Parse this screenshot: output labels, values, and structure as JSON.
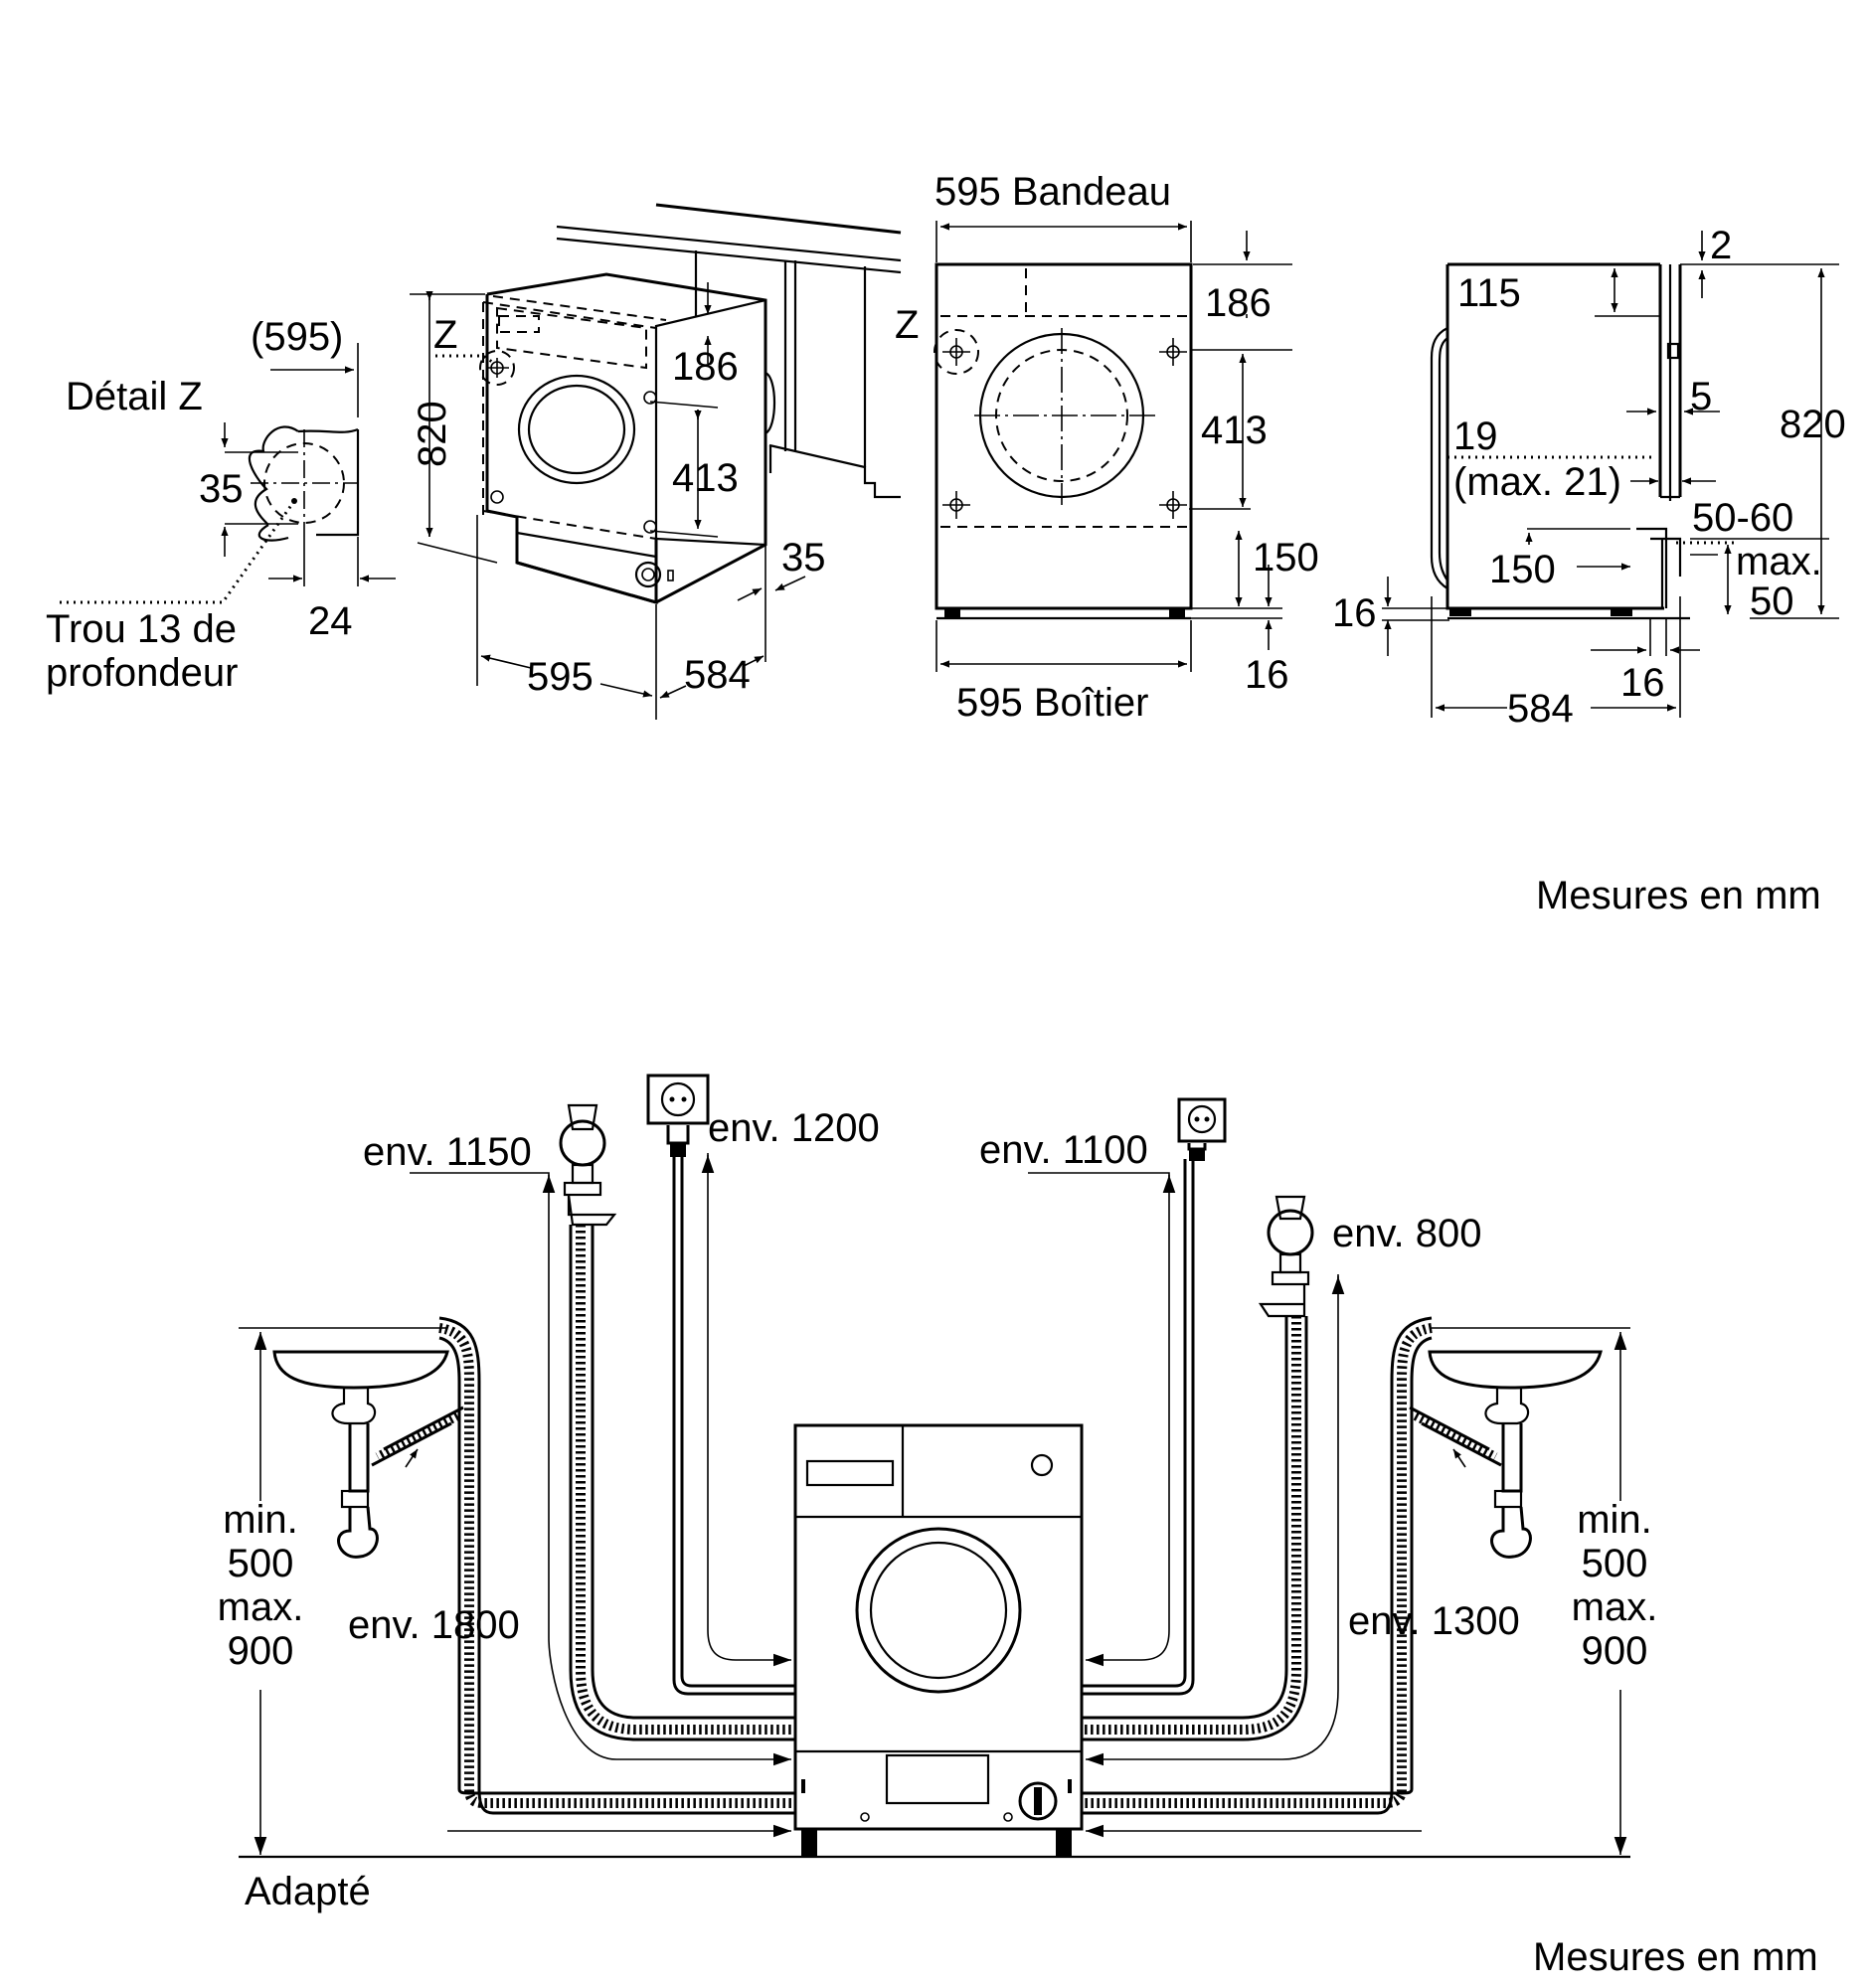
{
  "top_diagram": {
    "detail": {
      "title": "Détail Z",
      "dim_595_paren": "(595)",
      "dim_35": "35",
      "dim_24": "24",
      "hole_line1": "Trou 13 de",
      "hole_line2": "profondeur"
    },
    "iso_view": {
      "z_label": "Z",
      "dim_820": "820",
      "dim_186": "186",
      "dim_413": "413",
      "dim_35": "35",
      "dim_595": "595",
      "dim_584": "584"
    },
    "front_view": {
      "panel_width": "595 Bandeau",
      "z_label": "Z",
      "dim_186": "186",
      "dim_413": "413",
      "dim_150": "150",
      "dim_16": "16",
      "body_width": "595 Boîtier"
    },
    "side_view": {
      "dim_2": "2",
      "dim_115": "115",
      "dim_5": "5",
      "dim_820": "820",
      "dim_19": "19",
      "dim_max21": "(max. 21)",
      "dim_50_60": "50-60",
      "dim_max": "max.",
      "dim_50": "50",
      "dim_150": "150",
      "dim_16_left": "16",
      "dim_16_bottom": "16",
      "dim_584": "584"
    },
    "units": "Mesures en mm"
  },
  "bottom_diagram": {
    "env_1150": "env. 1150",
    "env_1200": "env. 1200",
    "env_1100": "env. 1100",
    "env_800": "env. 800",
    "env_1800": "env. 1800",
    "env_1300": "env. 1300",
    "left_height": {
      "l1": "min.",
      "l2": "500",
      "l3": "max.",
      "l4": "900"
    },
    "right_height": {
      "l1": "min.",
      "l2": "500",
      "l3": "max.",
      "l4": "900"
    },
    "floor_label": "Adapté",
    "units": "Mesures en mm"
  }
}
